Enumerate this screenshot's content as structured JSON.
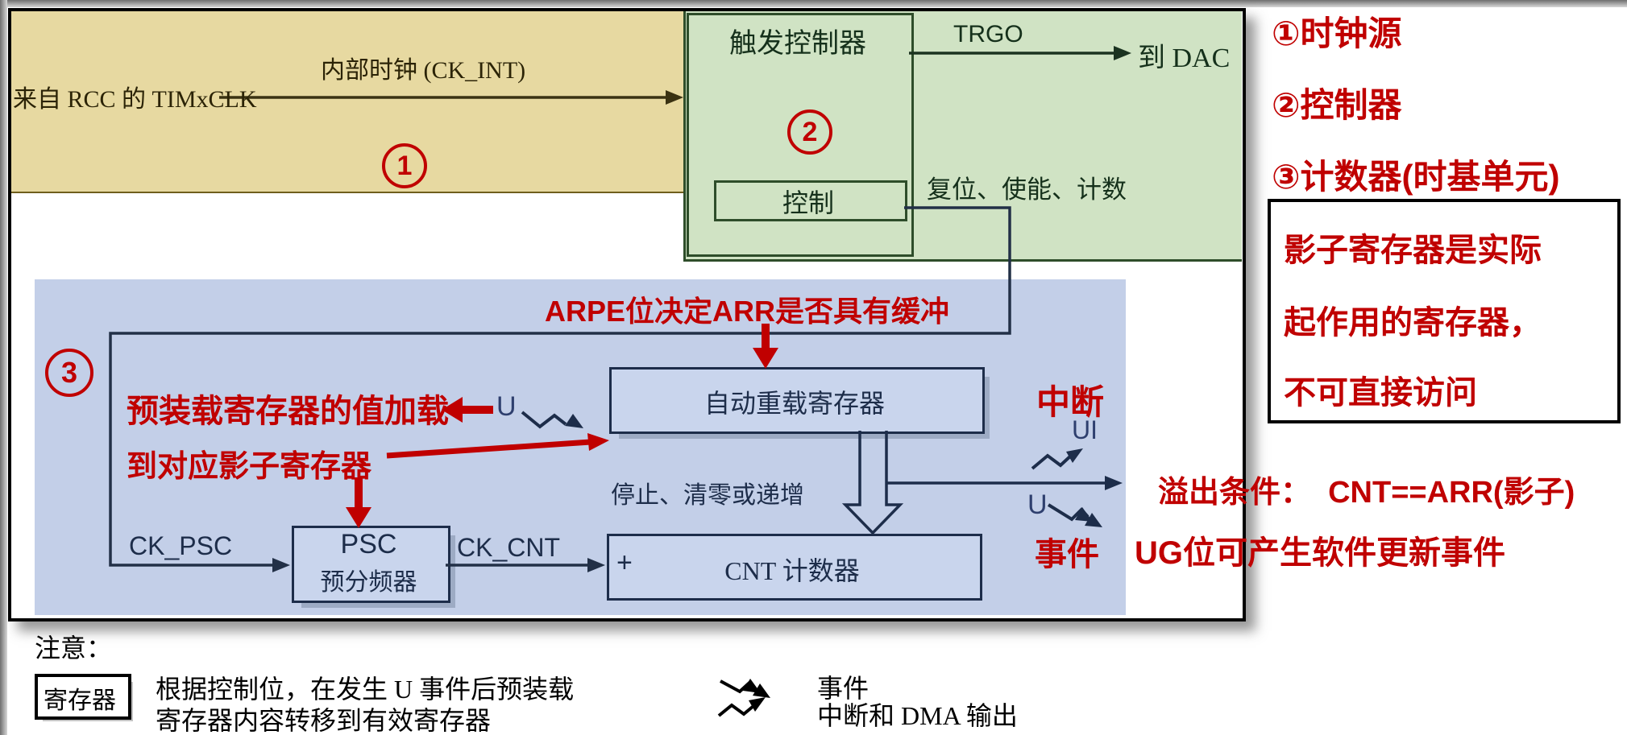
{
  "colors": {
    "accent_red": "#c00000",
    "navy_line": "#1d2d4a",
    "tan_fill": "#e7d9a1",
    "green_fill": "#d0e3c4",
    "blue_fill": "#c3cfe8",
    "box_shadow": "#9dabc4"
  },
  "clock_region": {
    "source_label": "来自 RCC 的 TIMxCLK",
    "internal_clock_label": "内部时钟 (CK_INT)",
    "badge_digit": "1"
  },
  "controller_region": {
    "box_title": "触发控制器",
    "badge_digit": "2",
    "control_box_label": "控制",
    "trgo_label": "TRGO",
    "to_dac_label": "到 DAC",
    "reset_enable_count_label": "复位、使能、计数"
  },
  "counter_region": {
    "badge_digit": "3",
    "arpe_note": "ARPE位决定ARR是否具有缓冲",
    "preload_note_line1": "预装载寄存器的值加载",
    "preload_note_line2": "到对应影子寄存器",
    "u_update_label": "U",
    "arr_box_label": "自动重载寄存器",
    "stop_clear_inc_label": "停止、清零或递增",
    "ck_psc_label": "CK_PSC",
    "psc_box_line1": "PSC",
    "psc_box_line2": "预分频器",
    "ck_cnt_label": "CK_CNT",
    "cnt_plus_label": "+",
    "cnt_box_label": "CNT 计数器",
    "interrupt_label": "中断",
    "ui_label": "UI",
    "u_event_label": "U",
    "event_label": "事件"
  },
  "side_notes": {
    "item1": "①时钟源",
    "item2": "②控制器",
    "item3": "③计数器(时基单元)",
    "shadow_lines": [
      "影子寄存器是实际",
      "起作用的寄存器，",
      "不可直接访问"
    ],
    "overflow_note": "溢出条件：  CNT==ARR(影子)",
    "ug_note": "UG位可产生软件更新事件"
  },
  "footer": {
    "note_title": "注意：",
    "register_box_label": "寄存器",
    "note_line1": "根据控制位，在发生 U 事件后预装载",
    "note_line2": "寄存器内容转移到有效寄存器",
    "legend_event_label": "事件",
    "legend_interrupt_label": "中断和 DMA 输出"
  }
}
